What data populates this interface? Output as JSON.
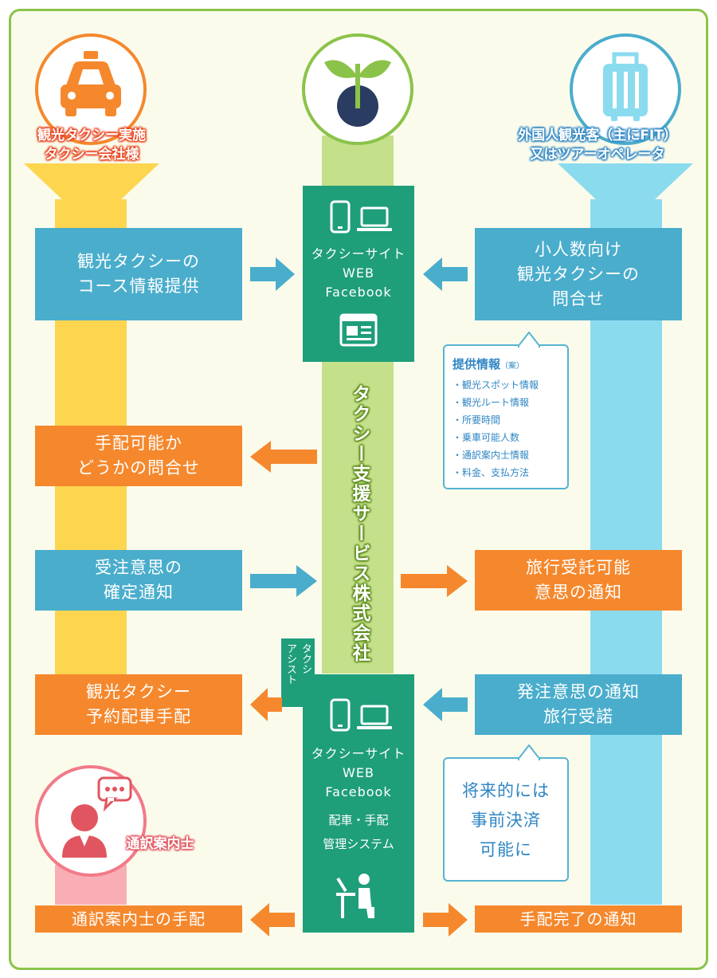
{
  "left_column": {
    "title": "観光タクシー実施\nタクシー会社様",
    "box1": "観光タクシーの\nコース情報提供",
    "box2": "手配可能か\nどうかの問合せ",
    "box3": "受注意思の\n確定通知",
    "box4": "観光タクシー\n予約配車手配",
    "box5": "通訳案内士の手配"
  },
  "interpreter": {
    "title": "通訳案内士"
  },
  "center_column": {
    "site_top": "タクシーサイト\nWEB\nFacebook",
    "vertical_label": "タクシー支援サービス株式会社",
    "assist_tag": "タクシー\nアシスト",
    "site_bottom": "タクシーサイト\nWEB\nFacebook",
    "site_bottom_sub": "配車・手配\n管理システム"
  },
  "right_column": {
    "title": "外国人観光客（主にFIT）\n又はツアーオペレータ",
    "box1": "小人数向け\n観光タクシーの\n問合せ",
    "box2": "旅行受託可能\n意思の通知",
    "box3": "発注意思の通知\n旅行受諾",
    "box4": "手配完了の通知"
  },
  "info_callout": {
    "title": "提供情報",
    "title_note": "（案）",
    "items": [
      "・観光スポット情報",
      "・観光ルート情報",
      "・所要時間",
      "・乗車可能人数",
      "・通訳案内士情報",
      "・料金、支払方法"
    ]
  },
  "future_callout": {
    "text": "将来的には\n事前決済\n可能に"
  },
  "colors": {
    "blue_box": "#4aadcc",
    "orange_box": "#f5882d",
    "green_box": "#1f9e7a",
    "yellow_stripe": "#fdd54f",
    "lightblue_stripe": "#8bdbef",
    "green_stripe": "#c5e08a",
    "frame": "#8bc34a"
  },
  "icons": [
    "taxi-icon",
    "sprout-icon",
    "suitcase-icon",
    "smartphone-icon",
    "laptop-icon",
    "webpage-icon",
    "desk-worker-icon",
    "interpreter-icon",
    "speech-bubble-icon"
  ]
}
